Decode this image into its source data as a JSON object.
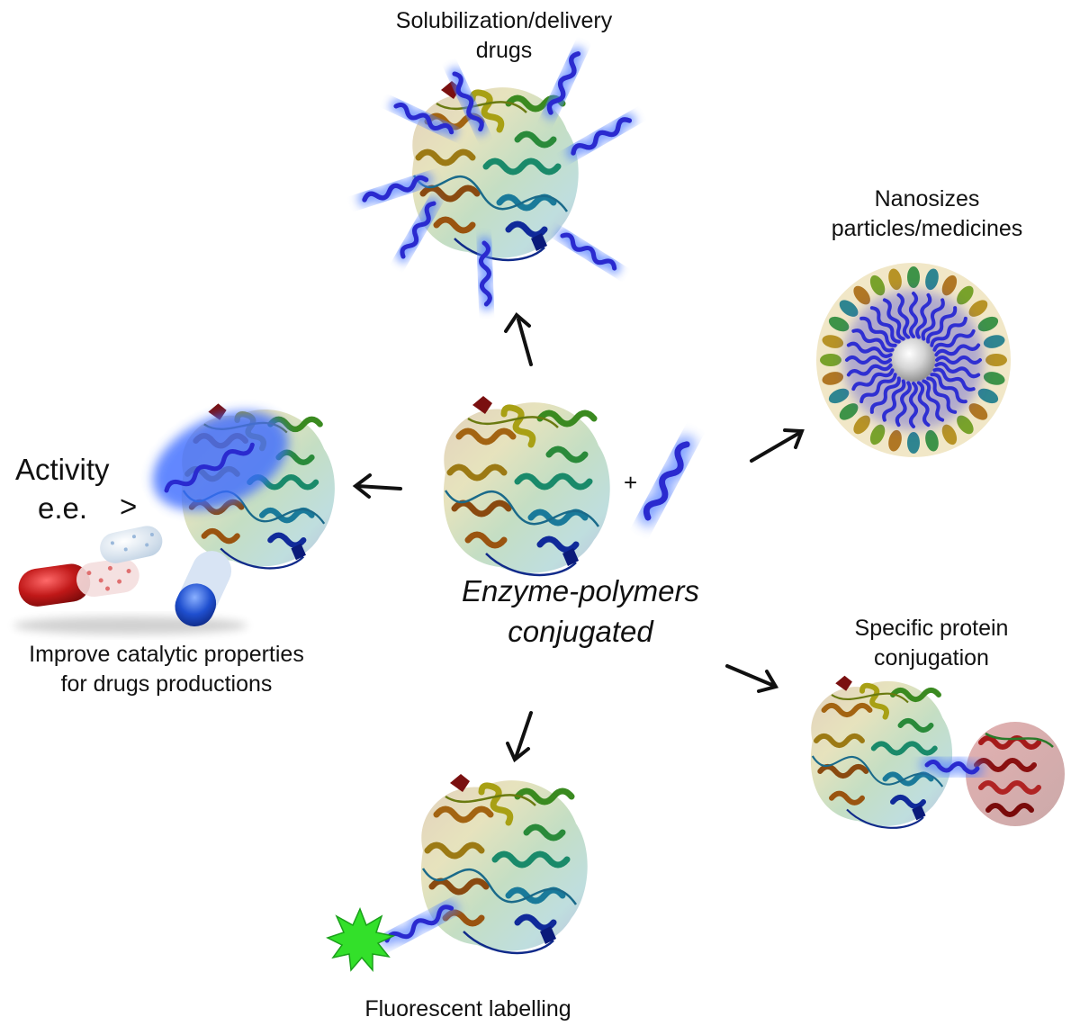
{
  "center": {
    "title_line1": "Enzyme-polymers",
    "title_line2": "conjugated",
    "plus": "+"
  },
  "applications": {
    "solubilization": {
      "line1": "Solubilization/delivery",
      "line2": "drugs"
    },
    "nanosizes": {
      "line1": "Nanosizes",
      "line2": "particles/medicines"
    },
    "catalytic": {
      "activity_line1": "Activity",
      "activity_line2": "e.e.",
      "comparator": ">",
      "line1": "Improve catalytic properties",
      "line2": "for drugs productions"
    },
    "protein": {
      "line1": "Specific protein",
      "line2": "conjugation"
    },
    "fluorescent": {
      "line1": "Fluorescent labelling"
    }
  },
  "colors": {
    "polymer": "#2a2acf",
    "polymer_glow": "#4f7dff",
    "arrow": "#111111",
    "fluorophore": "#33e02a",
    "nanoparticle_core": "#d8d8d8",
    "capsule_red": "#c01818",
    "capsule_blue": "#1f4fcf"
  }
}
